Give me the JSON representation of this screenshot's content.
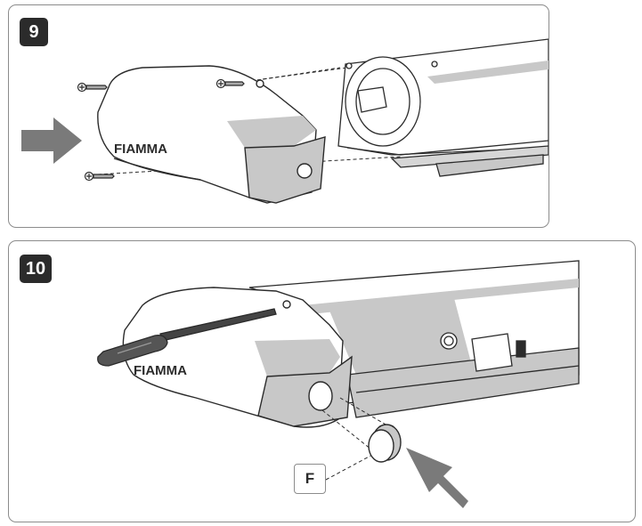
{
  "steps": [
    {
      "number": "9",
      "brand_text": "FIAMMA"
    },
    {
      "number": "10",
      "brand_text": "FIAMMA",
      "part_label": "F"
    }
  ],
  "colors": {
    "outline": "#2b2b2b",
    "panel_border": "#8c8c8c",
    "gray_fill": "#c8c8c8",
    "arrow": "#7a7a7a"
  },
  "icons": [
    "push-arrow-icon",
    "screw-icon",
    "screwdriver-icon",
    "cap-icon"
  ]
}
